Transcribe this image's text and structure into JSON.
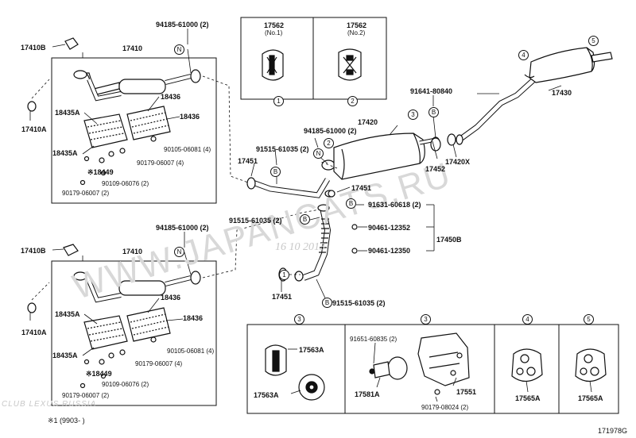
{
  "diagram": {
    "watermark": "WWW.JAPANCATS.RU",
    "watermark_date": "16 10 2013",
    "footnote": "※1 (9903-  )",
    "figure_id": "171978G",
    "brand_mark": "CLUB LEXUS RUSSIA",
    "callouts": {
      "c1": "1",
      "c2": "2",
      "c3": "3",
      "c4": "4",
      "c5": "5",
      "N": "N",
      "B": "B"
    },
    "parts": {
      "p94185_top": "94185-61000 (2)",
      "p17410B_top": "17410B",
      "p17410_top": "17410",
      "p17410A_top": "17410A",
      "p18435A_1": "18435A",
      "p18436_1": "18436",
      "p18436_2": "18436",
      "p18435A_2": "18435A",
      "p90105_top": "90105-06081 (4)",
      "p18449_top": "※18449",
      "p90179_4_top": "90179-06007 (4)",
      "p90109_top": "90109-06076 (2)",
      "p90179_2_top": "90179-06007 (2)",
      "p17562_1": "17562",
      "p17562_1_sub": "(No.1)",
      "p17562_2": "17562",
      "p17562_2_sub": "(No.2)",
      "p91641": "91641-80840",
      "p17430": "17430",
      "p17420": "17420",
      "p94185_mid": "94185-61000 (2)",
      "p91515_mid": "91515-61035 (2)",
      "p17451_a": "17451",
      "p17452": "17452",
      "p17420X": "17420X",
      "p17451_b": "17451",
      "p91631": "91631-60618 (2)",
      "p91515_b": "91515-61035 (2)",
      "p90461_12352": "90461-12352",
      "p17450B": "17450B",
      "p90461_12350": "90461-12350",
      "p17451_c": "17451",
      "p91515_c": "91515-61035 (2)",
      "p94185_low": "94185-61000 (2)",
      "p17410B_low": "17410B",
      "p17410_low": "17410",
      "p17410A_low": "17410A",
      "p18435A_3": "18435A",
      "p18436_3": "18436",
      "p18436_4": "18436",
      "p18435A_4": "18435A",
      "p90105_low": "90105-06081 (4)",
      "p18449_low": "※18449",
      "p90179_4_low": "90179-06007 (4)",
      "p90109_low": "90109-06076 (2)",
      "p90179_2_low": "90179-06007 (2)",
      "p17563A_1": "17563A",
      "p17563A_2": "17563A",
      "p91651": "91651-60835 (2)",
      "p17581A": "17581A",
      "p17551": "17551",
      "p90179_08024": "90179-08024 (2)",
      "p17565A_1": "17565A",
      "p17565A_2": "17565A"
    }
  }
}
